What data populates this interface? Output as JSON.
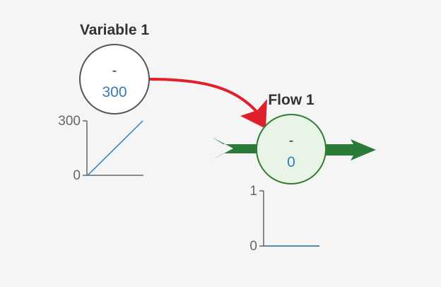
{
  "variable": {
    "title": "Variable 1",
    "status": "-",
    "value": "300",
    "sparkline": {
      "y_max_label": "300",
      "y_min_label": "0",
      "ylim": [
        0,
        300
      ],
      "x": [
        0,
        1
      ],
      "y": [
        0,
        300
      ]
    }
  },
  "flow": {
    "title": "Flow 1",
    "status": "-",
    "value": "0",
    "sparkline": {
      "y_max_label": "1",
      "y_min_label": "0",
      "ylim": [
        0,
        1
      ],
      "x": [
        0,
        1
      ],
      "y": [
        0,
        0
      ]
    }
  },
  "colors": {
    "background": "#f5f5f5",
    "variable_fill": "#ffffff",
    "variable_stroke": "#555555",
    "flow_fill": "#e8f5e6",
    "flow_stroke": "#2e7d32",
    "flow_arrow": "#2a7a38",
    "link_arrow": "#e0202a",
    "value_text": "#3a79b8",
    "sparkline": "#3a79b8",
    "axis": "#666666"
  }
}
